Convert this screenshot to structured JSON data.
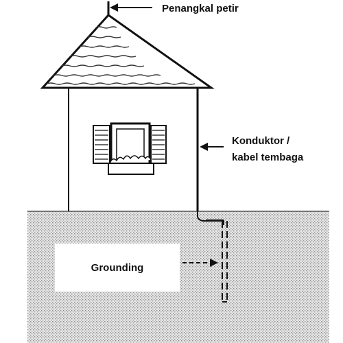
{
  "labels": {
    "lightning_rod": "Penangkal petir",
    "conductor_line1": "Konduktor /",
    "conductor_line2": "kabel tembaga",
    "grounding": "Grounding"
  },
  "colors": {
    "ink": "#111111",
    "ground_fill": "#d9d9d9",
    "wall": "#ffffff",
    "roof_fill": "#ffffff"
  }
}
